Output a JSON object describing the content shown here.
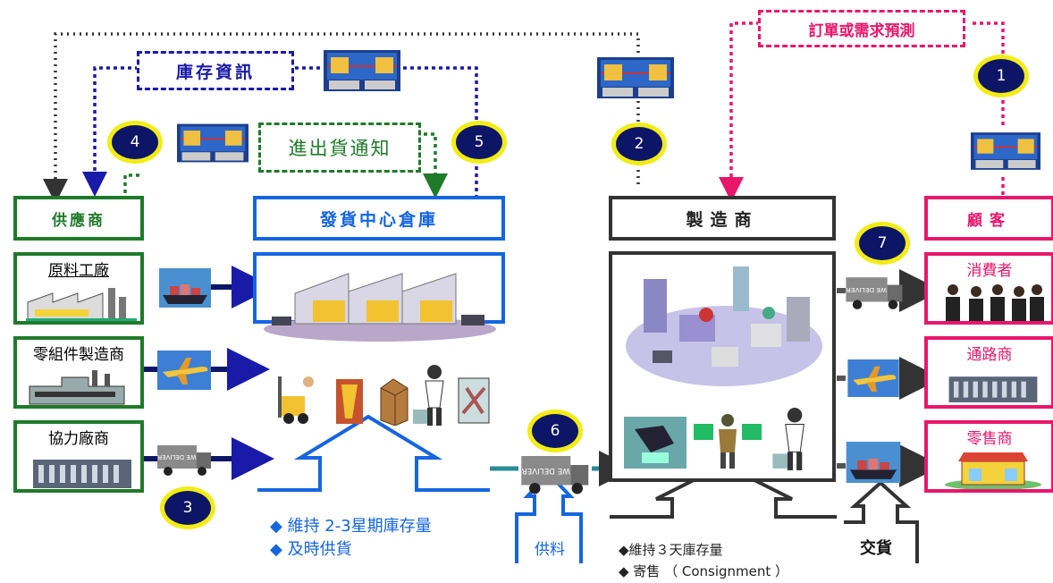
{
  "headers": {
    "supplier": "供應商",
    "distribution": "發貨中心倉庫",
    "manufacturer": "製造商",
    "customer": "顧客"
  },
  "suppliers": [
    "原料工廠",
    "零組件製造商",
    "協力廠商"
  ],
  "customers": [
    "消費者",
    "通路商",
    "零售商"
  ],
  "flow_labels": {
    "inventory_info": "庫存資訊",
    "shipping_notice": "進出貨通知",
    "order_forecast": "訂單或需求預測"
  },
  "badges": [
    "1",
    "2",
    "3",
    "4",
    "5",
    "6",
    "7"
  ],
  "notes": {
    "warehouse": [
      "◆ 維持 2-3星期庫存量",
      "◆ 及時供貨"
    ],
    "supply": "供料",
    "manufacturer": [
      "◆維持３天庫存量",
      "◆ 寄售 （ Consignment ）"
    ],
    "delivery": "交貨"
  },
  "truck_text": "WE DELIVER",
  "colors": {
    "green": "#1f7a2a",
    "blue": "#1565e0",
    "dark_blue": "#1a1aa8",
    "pink": "#e8176b",
    "gray": "#3a3a3a",
    "badge_fill": "#0d1666",
    "badge_ring": "#f2ec16"
  }
}
